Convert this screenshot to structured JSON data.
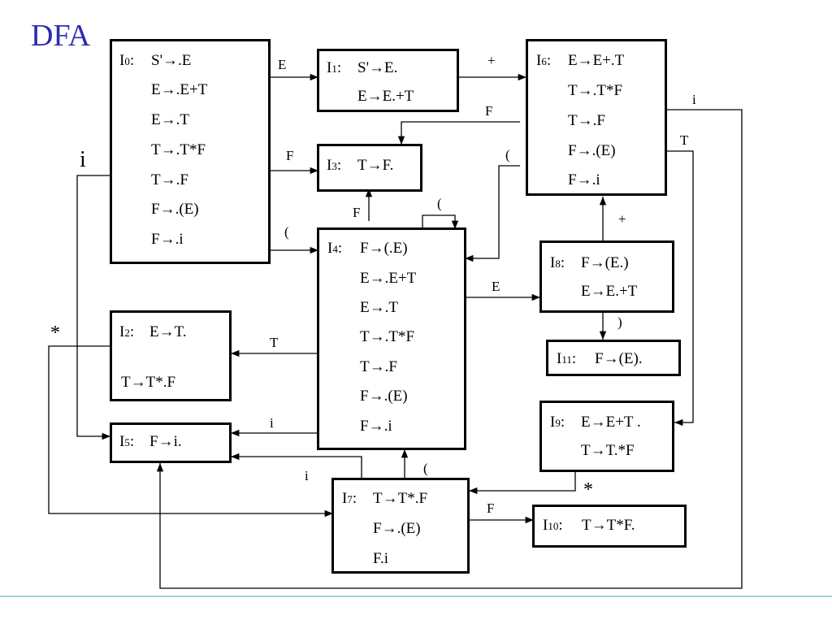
{
  "title": "DFA",
  "states": {
    "I0": {
      "name": "I",
      "index": "0",
      "items": [
        "S'→.E",
        "E→.E+T",
        "E→.T",
        "T→.T*F",
        "T→.F",
        "F→.(E)",
        "F→.i"
      ]
    },
    "I1": {
      "name": "I",
      "index": "1",
      "items": [
        "S'→E.",
        "E→E.+T"
      ]
    },
    "I2": {
      "name": "I",
      "index": "2",
      "items": [
        "E→T.",
        "T→T*.F"
      ]
    },
    "I3": {
      "name": "I",
      "index": "3",
      "items": [
        "T→F."
      ]
    },
    "I4": {
      "name": "I",
      "index": "4",
      "items": [
        "F→(.E)",
        "E→.E+T",
        "E→.T",
        "T→.T*F",
        "T→.F",
        "F→.(E)",
        "F→.i"
      ]
    },
    "I5": {
      "name": "I",
      "index": "5",
      "items": [
        "F→i."
      ]
    },
    "I6": {
      "name": "I",
      "index": "6",
      "items": [
        "E→E+.T",
        "T→.T*F",
        "T→.F",
        "F→.(E)",
        "F→.i"
      ]
    },
    "I7": {
      "name": "I",
      "index": "7",
      "items": [
        "T→T*.F",
        "F→.(E)",
        "F.i"
      ]
    },
    "I8": {
      "name": "I",
      "index": "8",
      "items": [
        "F→(E.)",
        "E→E.+T"
      ]
    },
    "I9": {
      "name": "I",
      "index": "9",
      "items": [
        "E→E+T .",
        "T→T.*F"
      ]
    },
    "I10": {
      "name": "I",
      "index": "10",
      "items": [
        "T→T*F."
      ]
    },
    "I11": {
      "name": "I",
      "index": "11",
      "items": [
        "F→(E)."
      ]
    }
  },
  "edge_labels": {
    "i0_i1": "E",
    "i0_i3": "F",
    "i0_i4": "(",
    "i0_i5": "i",
    "i1_i6": "+",
    "i6_i3": "F",
    "i6_i4": "(",
    "i6_i9": "T",
    "i6_i5": "i",
    "i4_i3": "F",
    "i4_i4": "(",
    "i4_i8": "E",
    "i4_i2": "T",
    "i4_i5": "i",
    "i8_i6": "+",
    "i8_i11": ")",
    "i2_i7": "*",
    "i9_i7": "*",
    "i7_i10": "F",
    "i7_i4": "(",
    "i7_i5": "i"
  }
}
